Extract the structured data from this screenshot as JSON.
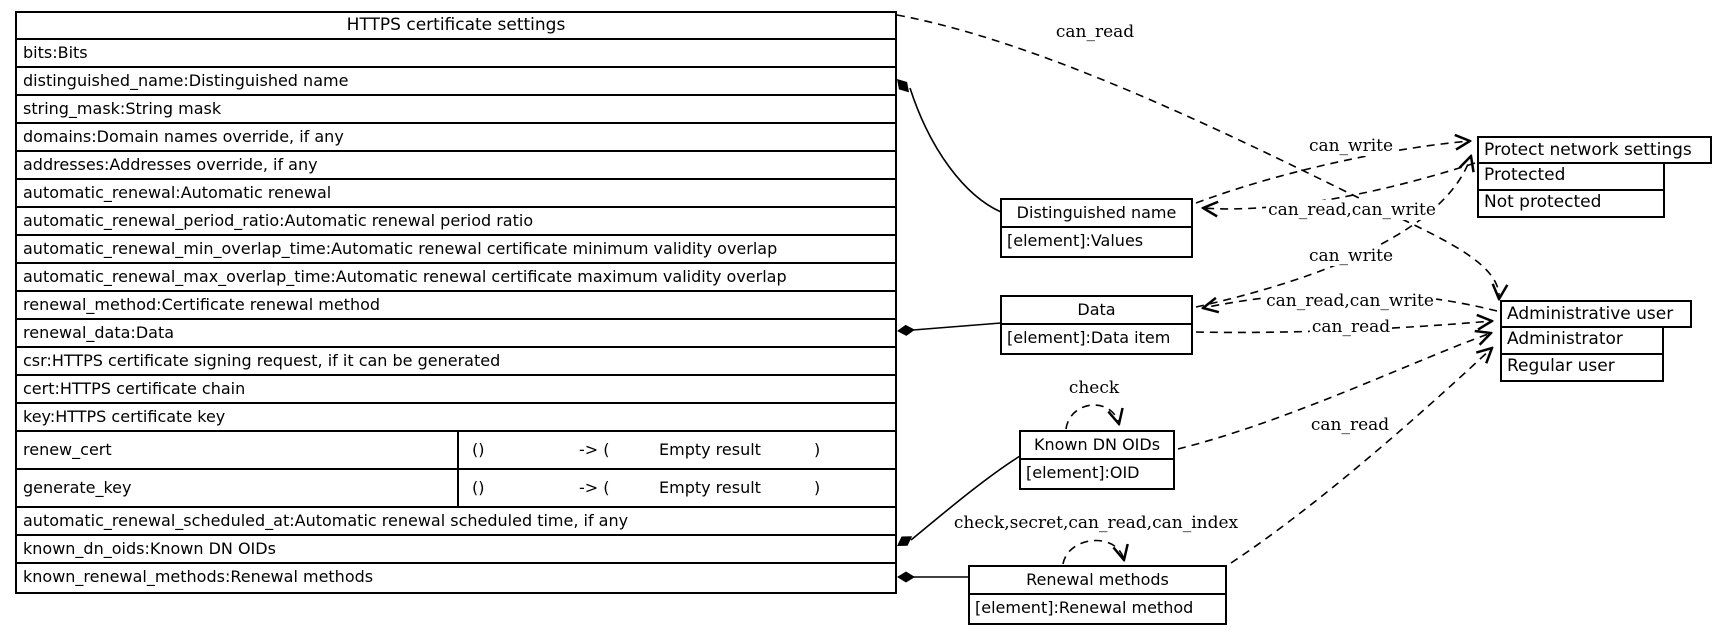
{
  "colors": {
    "background": "#ffffff",
    "stroke": "#000000",
    "text": "#000000"
  },
  "table": {
    "title": "HTTPS certificate settings",
    "rows": [
      "bits:Bits",
      "distinguished_name:Distinguished name",
      "string_mask:String mask",
      "domains:Domain names override, if any",
      "addresses:Addresses override, if any",
      "automatic_renewal:Automatic renewal",
      "automatic_renewal_period_ratio:Automatic renewal period ratio",
      "automatic_renewal_min_overlap_time:Automatic renewal certificate minimum validity overlap",
      "automatic_renewal_max_overlap_time:Automatic renewal certificate maximum validity overlap",
      "renewal_method:Certificate renewal method",
      "renewal_data:Data",
      "csr:HTTPS certificate signing request, if it can be generated",
      "cert:HTTPS certificate chain",
      "key:HTTPS certificate key"
    ],
    "functions": [
      {
        "name": "renew_cert",
        "args": "()",
        "arrow": "-> (",
        "result": "Empty result",
        "close": ")"
      },
      {
        "name": "generate_key",
        "args": "()",
        "arrow": "-> (",
        "result": "Empty result",
        "close": ")"
      }
    ],
    "rows_after": [
      "automatic_renewal_scheduled_at:Automatic renewal scheduled time, if any",
      "known_dn_oids:Known DN OIDs",
      "known_renewal_methods:Renewal methods"
    ]
  },
  "records": [
    {
      "title": "Distinguished name",
      "row": "[element]:Values"
    },
    {
      "title": "Data",
      "row": "[element]:Data item"
    },
    {
      "title": "Known DN OIDs",
      "row": "[element]:OID"
    },
    {
      "title": "Renewal methods",
      "row": "[element]:Renewal method"
    }
  ],
  "roles": [
    {
      "title": "Protect network settings",
      "values": [
        "Protected",
        "Not protected"
      ]
    },
    {
      "title": "Administrative user",
      "values": [
        "Administrator",
        "Regular user"
      ]
    }
  ],
  "edges": {
    "settings_admin": "can_read",
    "dn_protect": "can_write",
    "protect_dn": "can_read,can_write",
    "data_protect": "can_write",
    "admin_data": "can_read,can_write",
    "data_admin": "can_read",
    "oids_self": "check",
    "methods_admin": "can_read",
    "methods_self": "check,secret,can_read,can_index"
  }
}
